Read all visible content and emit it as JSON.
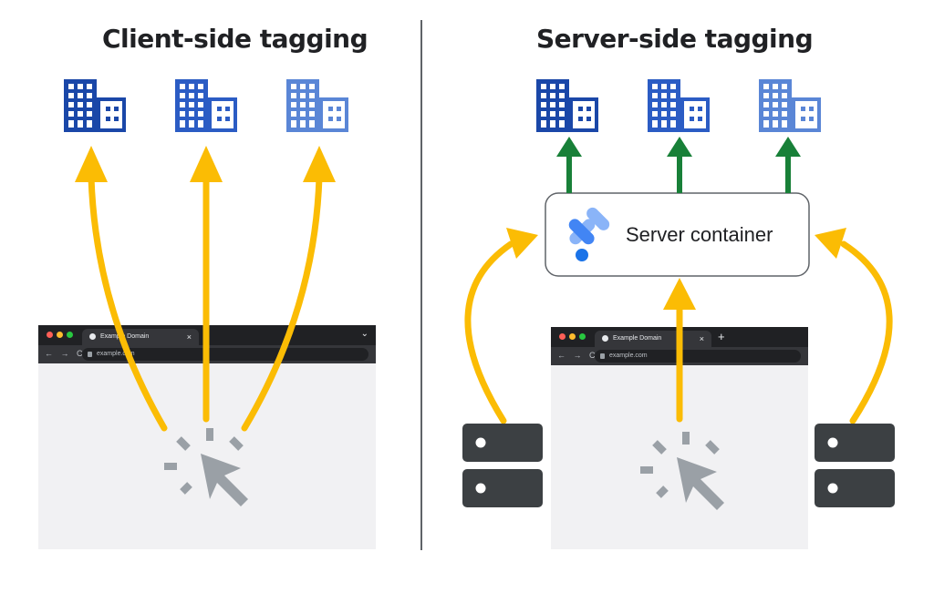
{
  "titles": {
    "left": "Client-side tagging",
    "right": "Server-side tagging"
  },
  "server_container": {
    "label": "Server container",
    "icon": "tag-manager-icon"
  },
  "browser": {
    "tab_title": "Example Domain",
    "url": "example.com",
    "tab_close": "×",
    "new_tab": "+",
    "menu": "⌄",
    "nav": "← → C"
  },
  "icons": {
    "vendor": "building-icon",
    "server": "server-rack-icon",
    "click": "cursor-click-icon"
  },
  "colors": {
    "arrow_yellow": "#fbbc04",
    "arrow_green": "#188038",
    "building_dark": "#1a47a8",
    "building_mid": "#2b5cc4",
    "building_light": "#5a86d6",
    "server_gray": "#3c4043",
    "cursor_gray": "#9aa0a6"
  }
}
